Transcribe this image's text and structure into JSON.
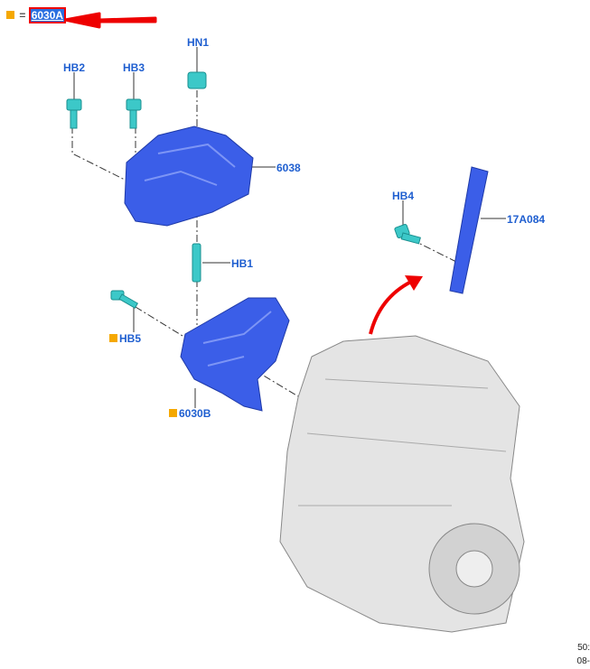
{
  "legend": {
    "equals": "=",
    "selected_part": "6030A"
  },
  "labels": {
    "hn1": "HN1",
    "hb2": "HB2",
    "hb3": "HB3",
    "p6038": "6038",
    "hb1": "HB1",
    "hb4": "HB4",
    "p17a084": "17A084",
    "hb5": "HB5",
    "p6030b": "6030B"
  },
  "reference": {
    "line1": "50:",
    "line2": "08-"
  },
  "colors": {
    "part_blue": "#3b5ee8",
    "fastener_cyan": "#3cc8c8",
    "label_blue": "#1f5fd0",
    "marker_orange": "#f5a800",
    "arrow_red": "#e00000"
  }
}
